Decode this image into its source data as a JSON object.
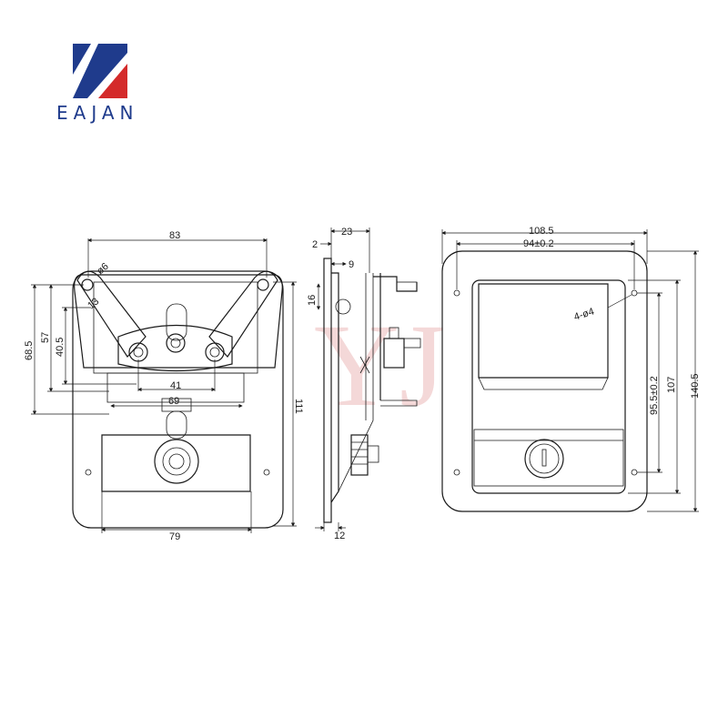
{
  "brand": {
    "name": "EAJAN",
    "colors": {
      "blue": "#1f3b8c",
      "red": "#d42a2a"
    }
  },
  "watermark": "YJ",
  "front_view": {
    "width_top": "83",
    "hole_dia": "ø6",
    "hole_offset": "13",
    "height_685": "68.5",
    "height_57": "57",
    "height_405": "40.5",
    "span_41": "41",
    "span_69": "69",
    "height_111": "111",
    "width_bottom": "79"
  },
  "side_view": {
    "depth_23": "23",
    "dim_2": "2",
    "dim_9": "9",
    "dim_16": "16",
    "dim_12": "12"
  },
  "back_view": {
    "width_overall": "108.5",
    "hole_spacing_x": "94±0.2",
    "holes": "4-ø4",
    "hole_spacing_y": "95.5±0.2",
    "height_107": "107",
    "height_overall": "140.5"
  }
}
